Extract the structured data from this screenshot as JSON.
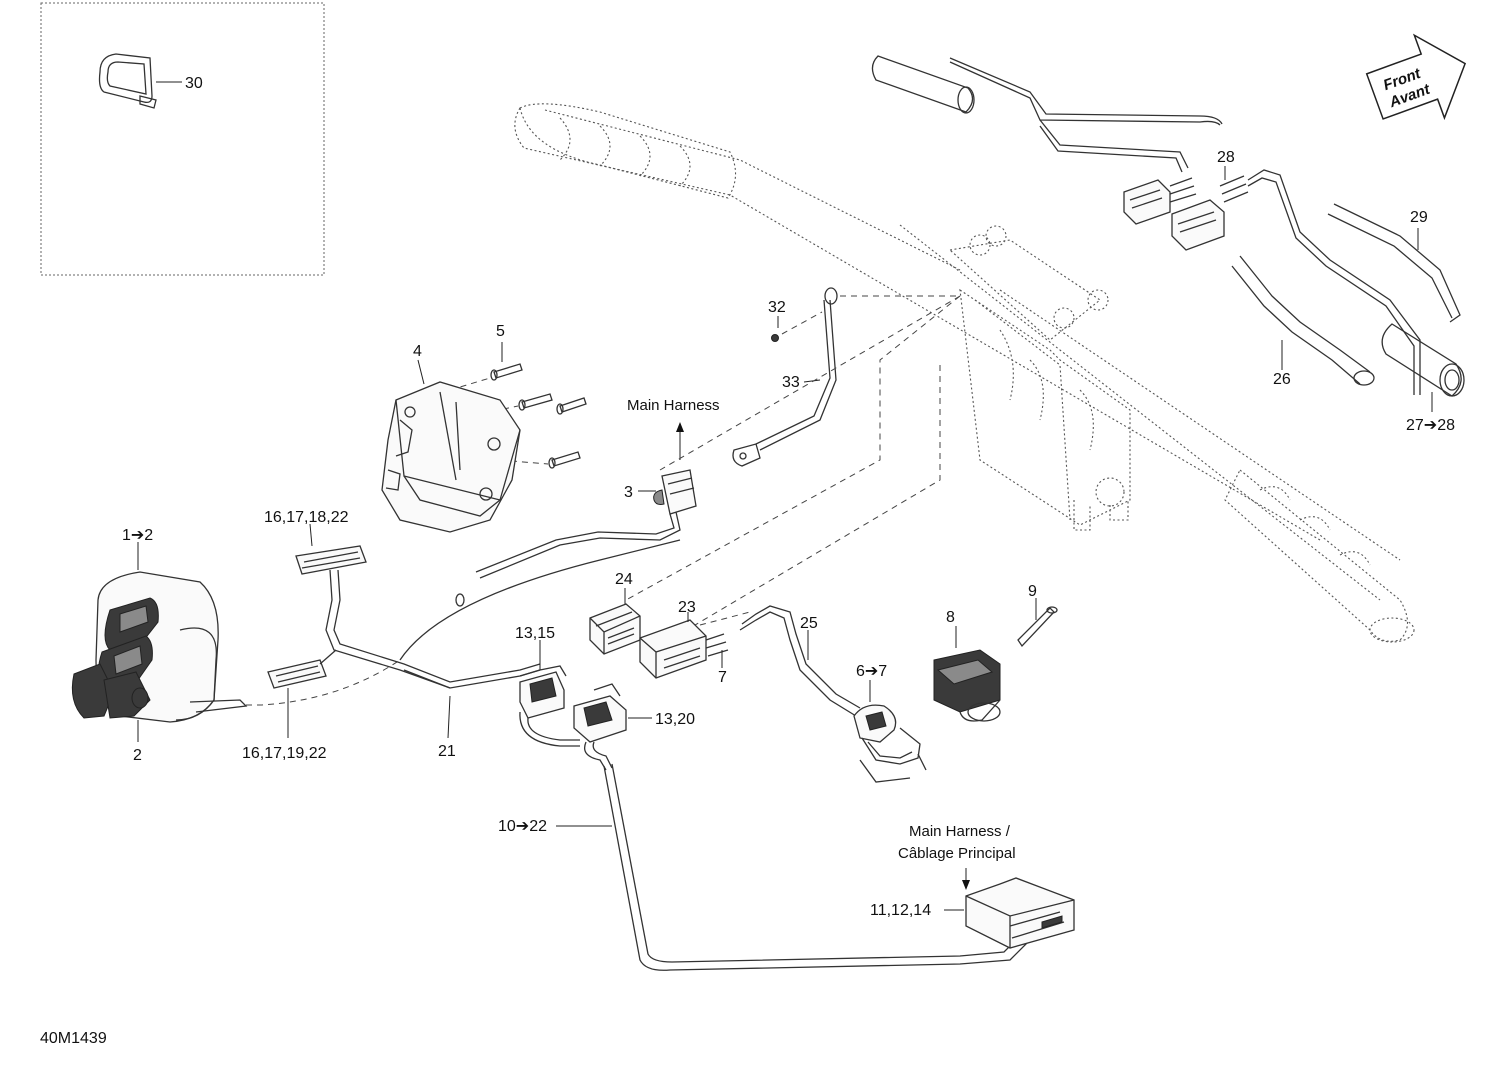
{
  "figure_code": "40M1439",
  "direction_badge": {
    "line1": "Front",
    "line2": "Avant"
  },
  "annotations": {
    "main_harness_top": "Main Harness",
    "main_harness_bottom_line1": "Main Harness /",
    "main_harness_bottom_line2": "Câblage Principal"
  },
  "callouts": {
    "c30": "30",
    "c28": "28",
    "c29": "29",
    "c26": "26",
    "c27_28": "27➔28",
    "c32": "32",
    "c33": "33",
    "c5": "5",
    "c4": "4",
    "c3": "3",
    "c16_17_18_22": "16,17,18,22",
    "c16_17_19_22": "16,17,19,22",
    "c1_2": "1➔2",
    "c2": "2",
    "c24": "24",
    "c23": "23",
    "c7": "7",
    "c25": "25",
    "c6_7": "6➔7",
    "c8": "8",
    "c9": "9",
    "c13_15": "13,15",
    "c13_20": "13,20",
    "c21": "21",
    "c10_22": "10➔22",
    "c11_12_14": "11,12,14"
  },
  "colors": {
    "line": "#333333",
    "dark_part": "#3a3a3a",
    "background": "#ffffff"
  },
  "icons": {
    "direction": "front-arrow-icon"
  }
}
